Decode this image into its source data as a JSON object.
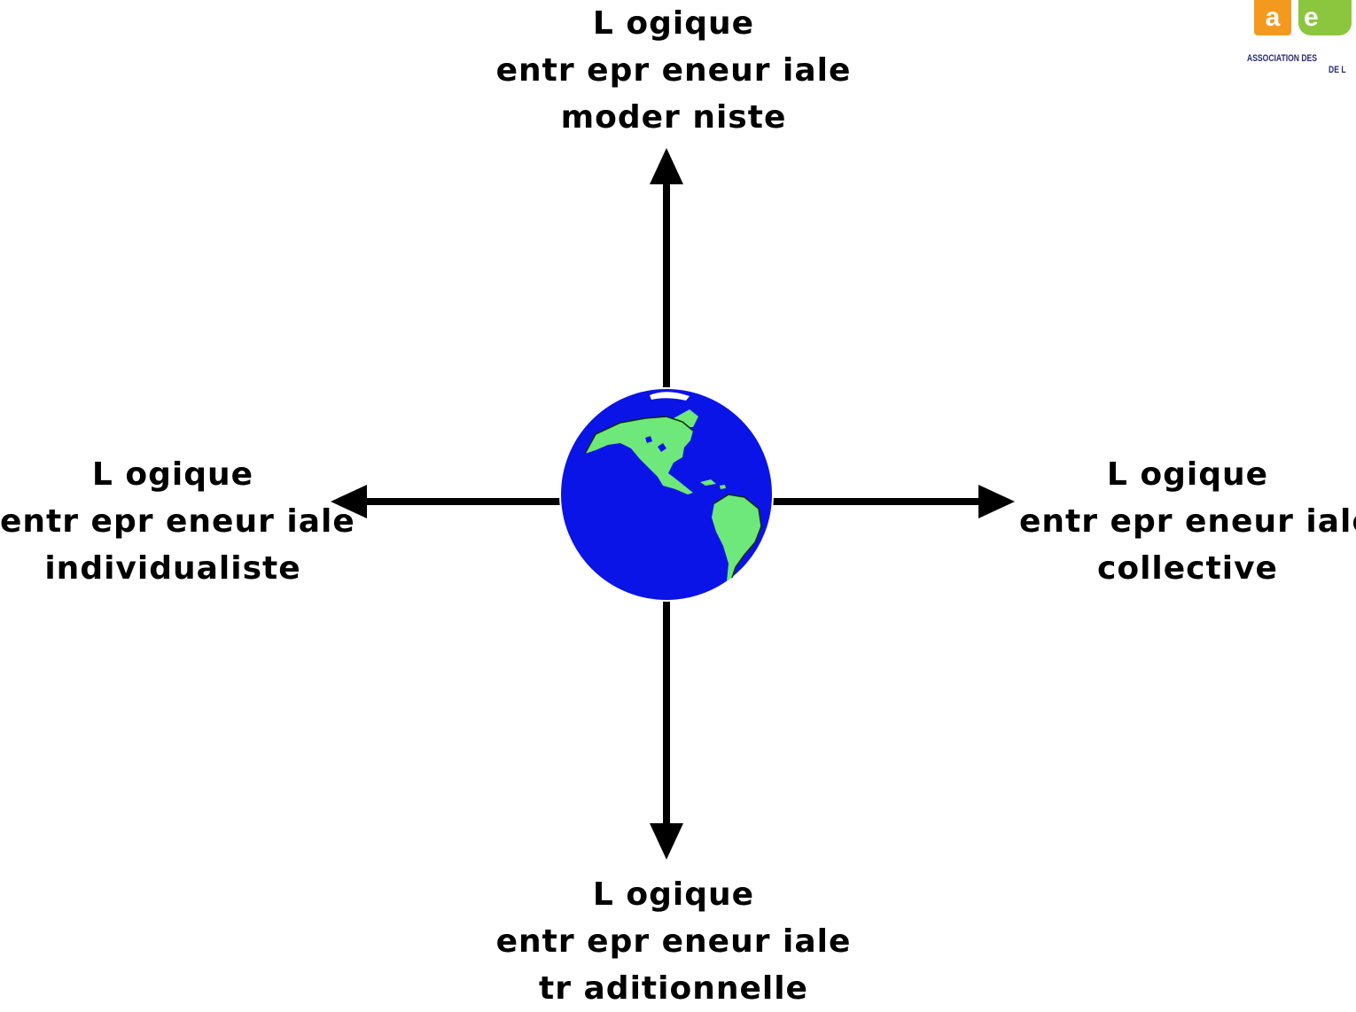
{
  "labels": {
    "top": {
      "line1": "L ogique",
      "line2": "entr epr eneur iale",
      "line3": "moder niste"
    },
    "left": {
      "line1": "L ogique",
      "line2": "entr epr eneur iale",
      "line3": "individualiste"
    },
    "right": {
      "line1": "L ogique",
      "line2": "entr epr eneur iale",
      "line3": "collective"
    },
    "bottom": {
      "line1": "L ogique",
      "line2": "entr epr eneur iale",
      "line3": "tr aditionnelle"
    }
  },
  "logo": {
    "letter_a": "a",
    "letter_e": "e",
    "text_line1": "ASSOCIATION DES",
    "text_line2": "DE L"
  },
  "colors": {
    "arrow": "#000000",
    "ocean": "#0b14e6",
    "land": "#6ee87a",
    "logo_orange": "#f39a1e",
    "logo_green": "#8cc63f"
  }
}
